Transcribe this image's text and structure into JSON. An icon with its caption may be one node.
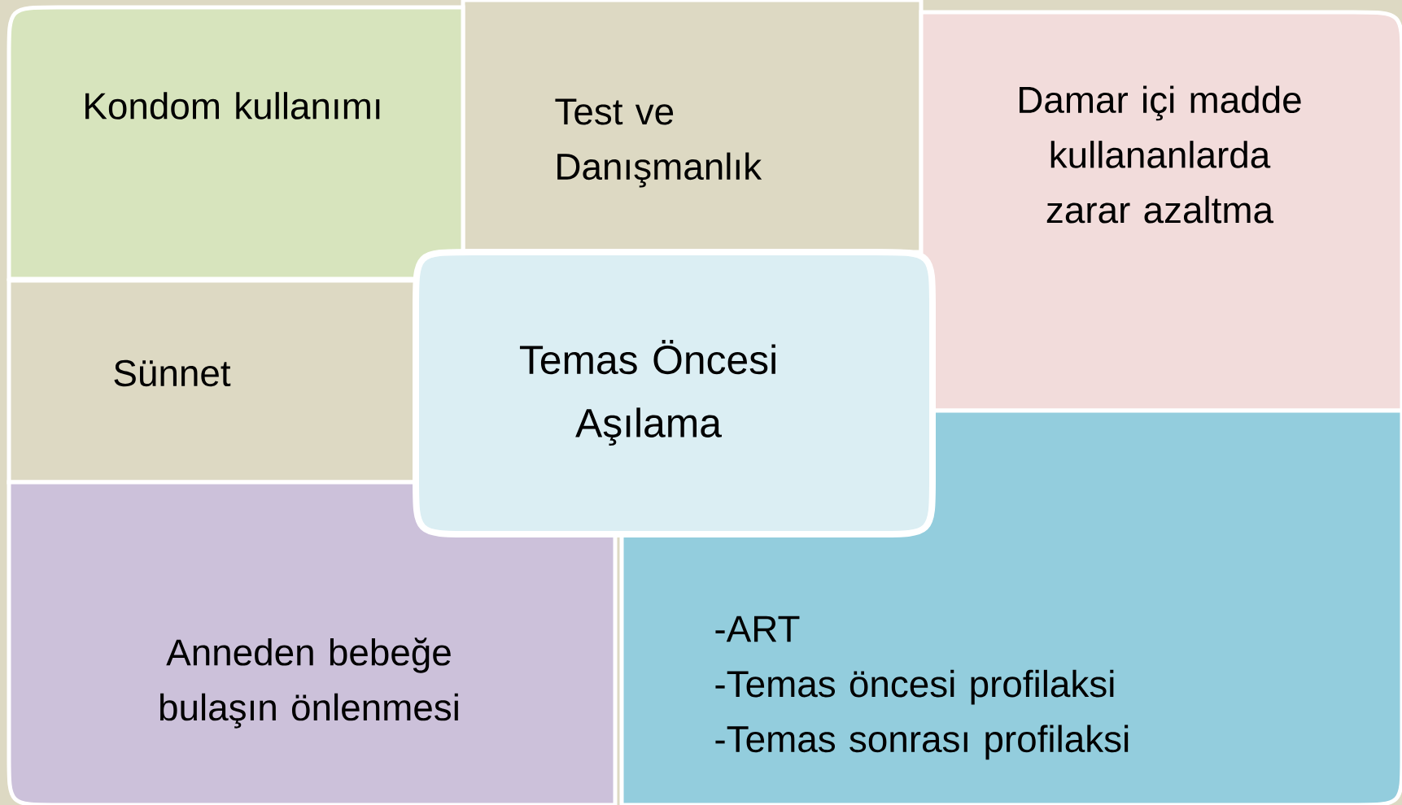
{
  "diagram": {
    "nodes": [
      {
        "text": [
          "Kondom kullanımı"
        ]
      },
      {
        "text": [
          "Test ve Danışmanlık"
        ]
      },
      {
        "text": [
          "Damar içi madde kullananlarda zarar azaltma"
        ]
      },
      {
        "text": [
          "Sünnet"
        ]
      },
      {
        "text": [
          "Temas Öncesi Aşılama"
        ]
      },
      {
        "text": [
          "Anneden bebeğe bulaşın önlenmesi"
        ]
      },
      {
        "text": [
          "-ART",
          "-Temas öncesi profilaksi",
          "-Temas sonrası profilaksi"
        ]
      }
    ]
  }
}
